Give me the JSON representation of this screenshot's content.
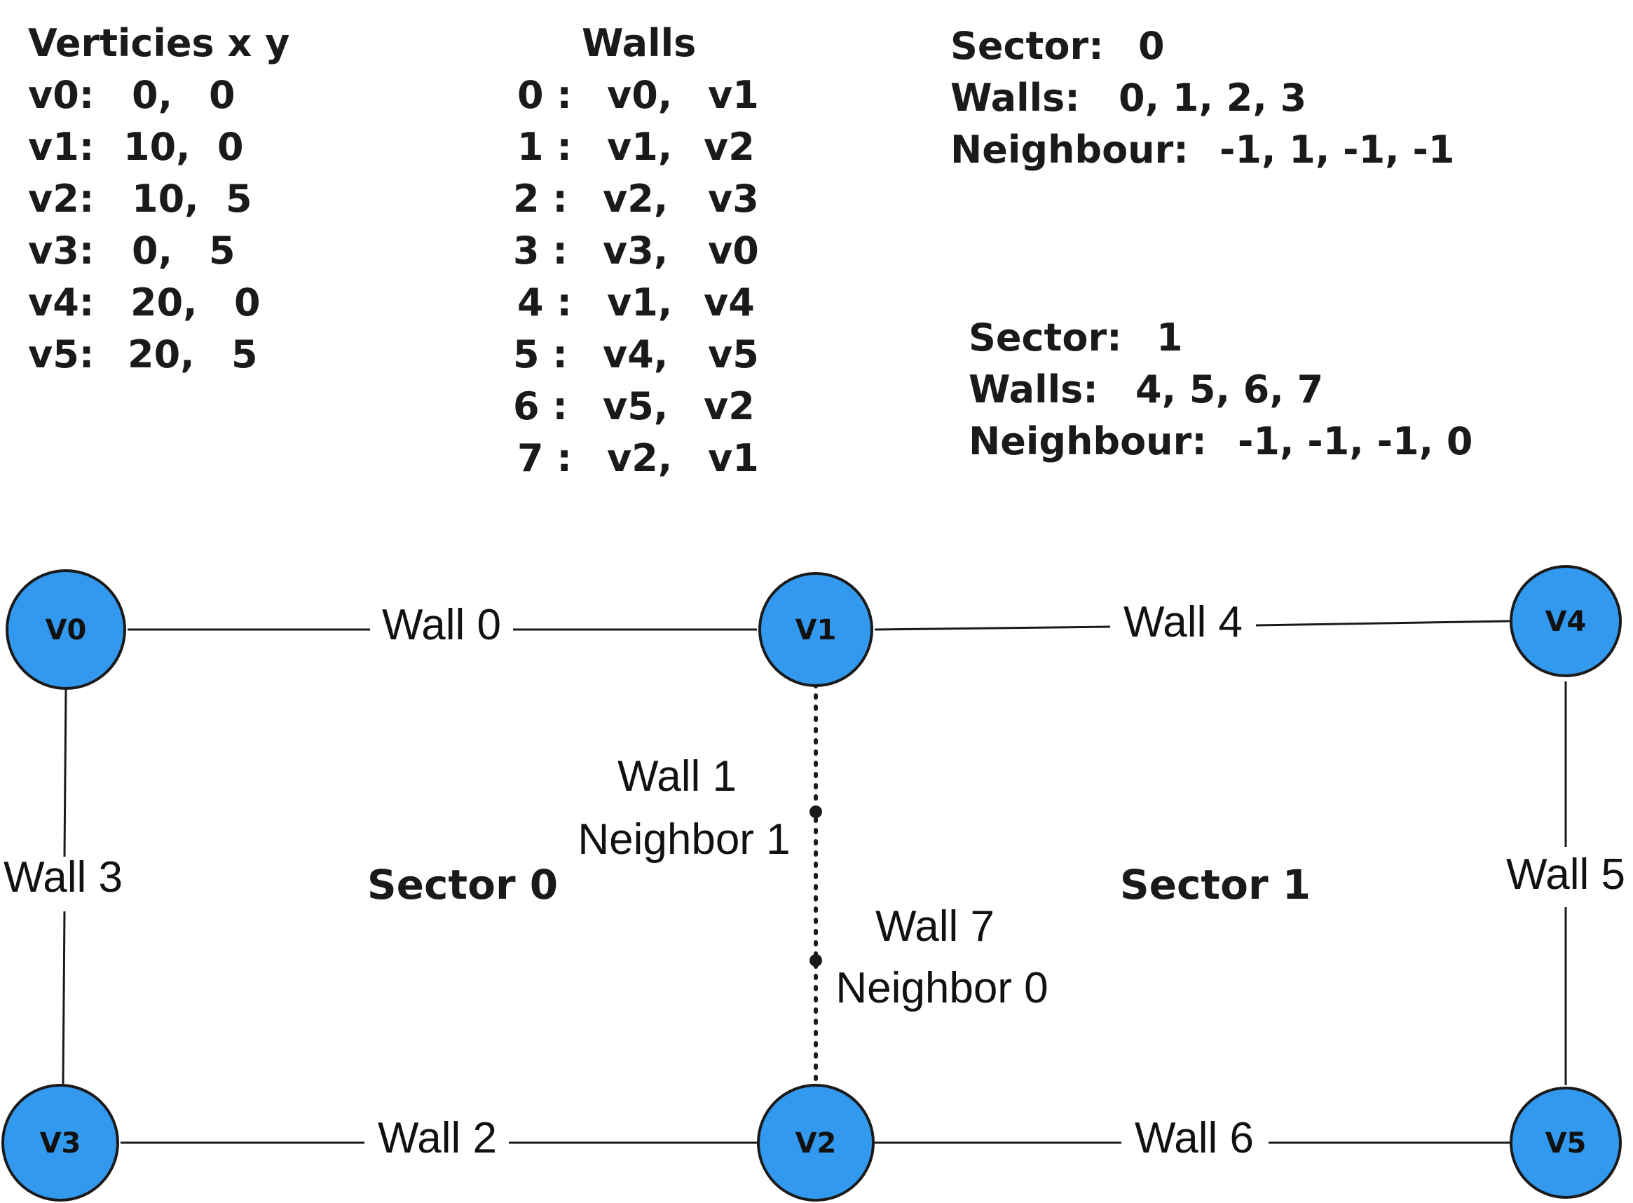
{
  "vertices_table": {
    "header": "Verticies x y",
    "rows": [
      {
        "name": "v0:",
        "x": "0,",
        "y": "0"
      },
      {
        "name": "v1:",
        "x": "10,",
        "y": "0"
      },
      {
        "name": "v2:",
        "x": "10,",
        "y": "5"
      },
      {
        "name": "v3:",
        "x": "0,",
        "y": "5"
      },
      {
        "name": "v4:",
        "x": "20,",
        "y": "0"
      },
      {
        "name": "v5:",
        "x": "20,",
        "y": "5"
      }
    ]
  },
  "walls_table": {
    "header": "Walls",
    "rows": [
      {
        "index": "0 :",
        "a": "v0,",
        "b": "v1"
      },
      {
        "index": "1 :",
        "a": "v1,",
        "b": "v2"
      },
      {
        "index": "2 :",
        "a": "v2,",
        "b": "v3"
      },
      {
        "index": "3 :",
        "a": "v3,",
        "b": "v0"
      },
      {
        "index": "4 :",
        "a": "v1,",
        "b": "v4"
      },
      {
        "index": "5 :",
        "a": "v4,",
        "b": "v5"
      },
      {
        "index": "6 :",
        "a": "v5,",
        "b": "v2"
      },
      {
        "index": "7 :",
        "a": "v2,",
        "b": "v1"
      }
    ]
  },
  "sectors_info": [
    {
      "sector_label": "Sector:",
      "sector_value": "0",
      "walls_label": "Walls:",
      "walls_value": "0, 1, 2, 3",
      "neighbour_label": "Neighbour:",
      "neighbour_value": "-1, 1, -1, -1"
    },
    {
      "sector_label": "Sector:",
      "sector_value": "1",
      "walls_label": "Walls:",
      "walls_value": "4, 5, 6, 7",
      "neighbour_label": "Neighbour:",
      "neighbour_value": "-1, -1, -1, 0"
    }
  ],
  "diagram": {
    "nodes": {
      "v0": "V0",
      "v1": "V1",
      "v2": "V2",
      "v3": "V3",
      "v4": "V4",
      "v5": "V5"
    },
    "edge_labels": {
      "wall0": "Wall 0",
      "wall2": "Wall 2",
      "wall3": "Wall 3",
      "wall4": "Wall 4",
      "wall5": "Wall 5",
      "wall6": "Wall 6",
      "wall1": "Wall 1",
      "wall1_neighbor": "Neighbor 1",
      "wall7": "Wall 7",
      "wall7_neighbor": "Neighbor 0"
    },
    "sector_labels": {
      "sector0": "Sector 0",
      "sector1": "Sector 1"
    },
    "colors": {
      "node_fill": "#3399ee",
      "node_stroke": "#1a1a1a",
      "line": "#1a1a1a"
    }
  }
}
